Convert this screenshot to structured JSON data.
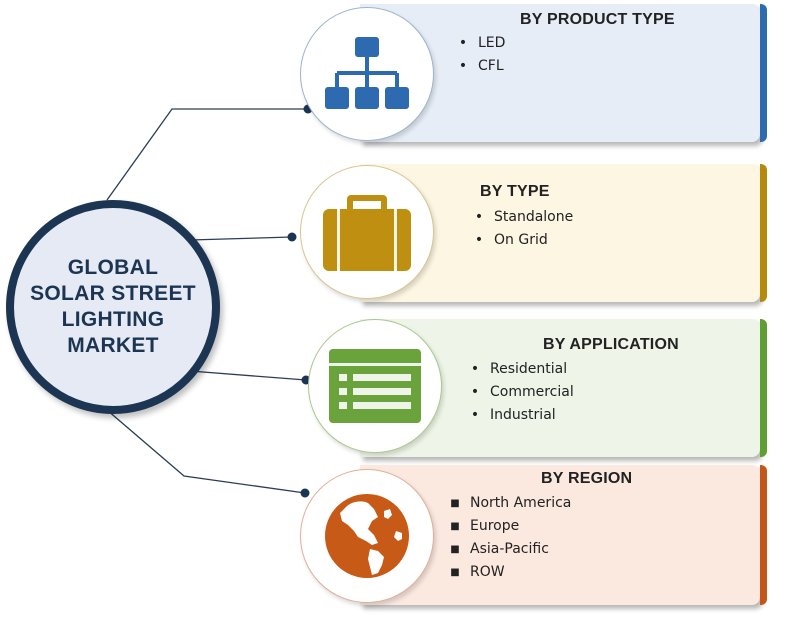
{
  "hub": {
    "lines": [
      "GLOBAL",
      "SOLAR STREET",
      "LIGHTING",
      "MARKET"
    ]
  },
  "colors": {
    "hub_border": "#1c3553",
    "hub_fill": "#e6eaf4",
    "connector": "#2b3d55",
    "product_type": {
      "fill": "#e6edf6",
      "accent": "#2e6ab0",
      "icon": "#2e6ab0"
    },
    "type": {
      "fill": "#fdf6e2",
      "accent": "#b58a0c",
      "icon": "#bf8f12"
    },
    "application": {
      "fill": "#eef5e8",
      "accent": "#5f9e32",
      "icon": "#6aa33b"
    },
    "region": {
      "fill": "#fbe8df",
      "accent": "#c4561a",
      "icon": "#c85a18"
    }
  },
  "segments": [
    {
      "title": "BY PRODUCT TYPE",
      "icon": "hierarchy-icon",
      "bullet": "•",
      "items": [
        "LED",
        "CFL"
      ]
    },
    {
      "title": "BY TYPE",
      "icon": "briefcase-icon",
      "bullet": "•",
      "items": [
        "Standalone",
        "On Grid"
      ]
    },
    {
      "title": "BY APPLICATION",
      "icon": "list-window-icon",
      "bullet": "•",
      "items": [
        "Residential",
        "Commercial",
        "Industrial"
      ]
    },
    {
      "title": "BY REGION",
      "icon": "globe-icon",
      "bullet": "■",
      "items": [
        "North America",
        "Europe",
        "Asia-Pacific",
        "ROW"
      ]
    }
  ]
}
